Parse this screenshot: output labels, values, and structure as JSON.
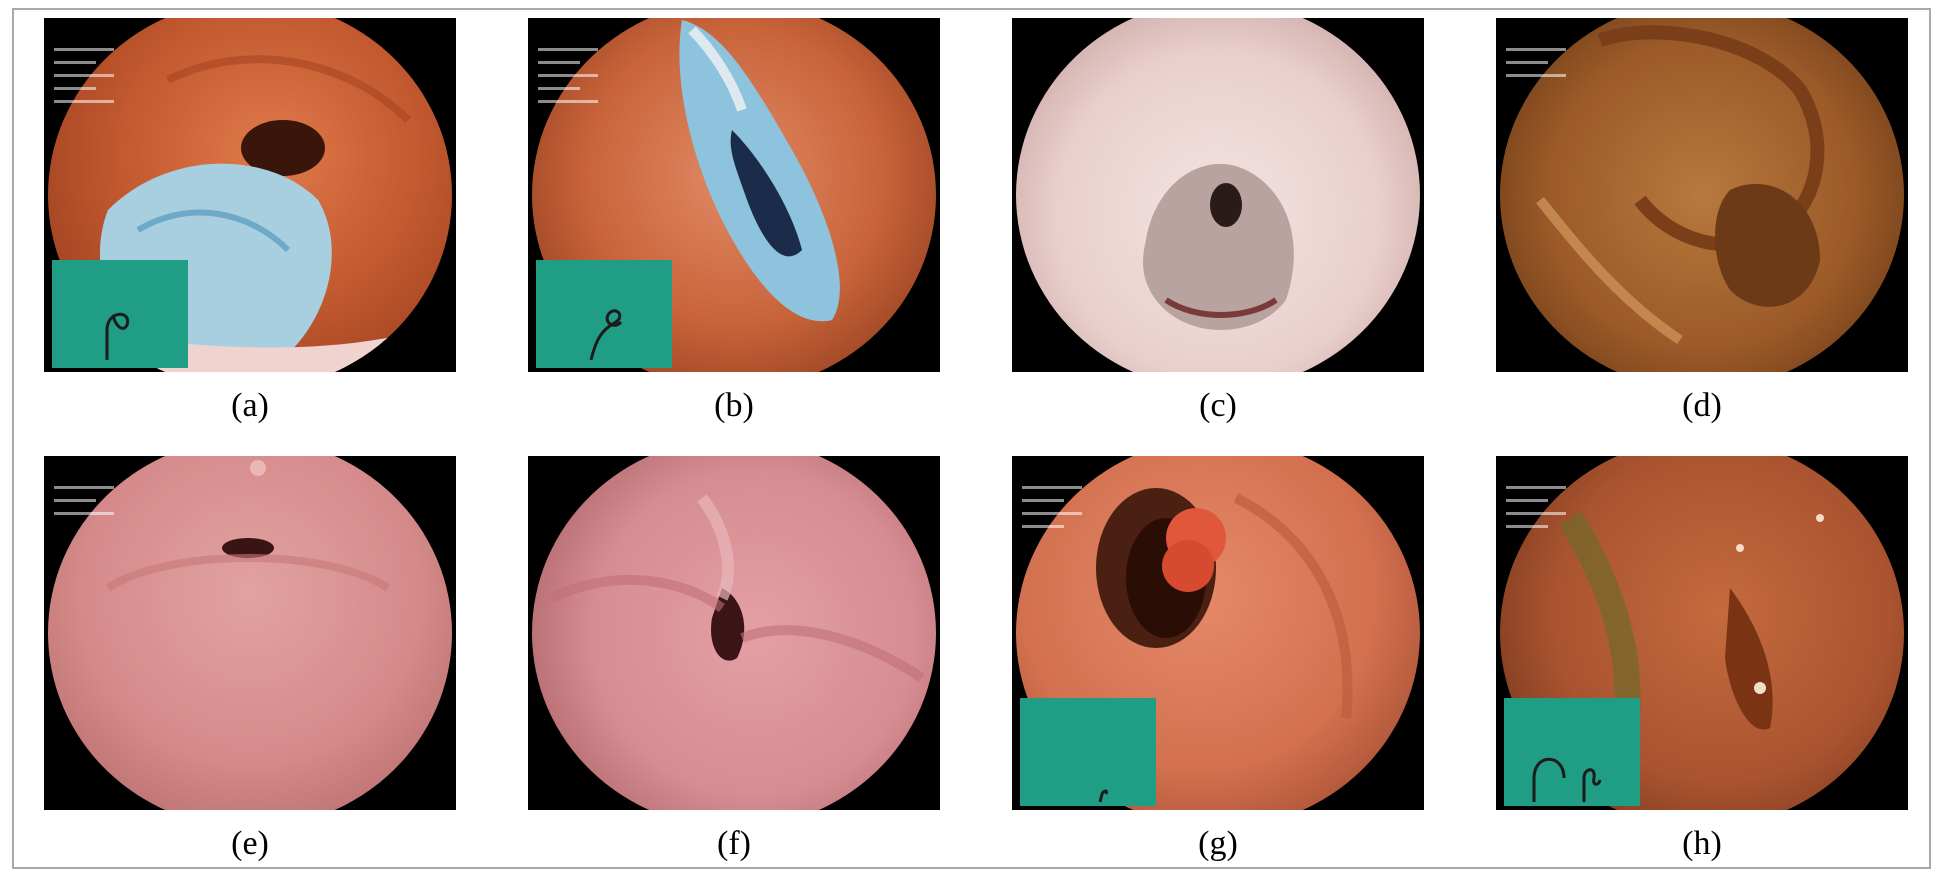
{
  "panels": [
    {
      "label": "(a)",
      "kind": "endoscopy-image",
      "inset": true
    },
    {
      "label": "(b)",
      "kind": "endoscopy-image",
      "inset": true
    },
    {
      "label": "(c)",
      "kind": "endoscopy-image",
      "inset": false
    },
    {
      "label": "(d)",
      "kind": "endoscopy-image",
      "inset": false
    },
    {
      "label": "(e)",
      "kind": "endoscopy-image",
      "inset": false
    },
    {
      "label": "(f)",
      "kind": "endoscopy-image",
      "inset": false
    },
    {
      "label": "(g)",
      "kind": "endoscopy-image",
      "inset": true
    },
    {
      "label": "(h)",
      "kind": "endoscopy-image",
      "inset": true
    }
  ],
  "colors": {
    "frame_border": "#a9a9a9",
    "inset_green": "#1f9e85",
    "mucosa_orange": "#c9643a",
    "mucosa_pink": "#d98d8f",
    "mucosa_pale": "#e8c9c6",
    "dye_blue": "#8ec3dd"
  }
}
